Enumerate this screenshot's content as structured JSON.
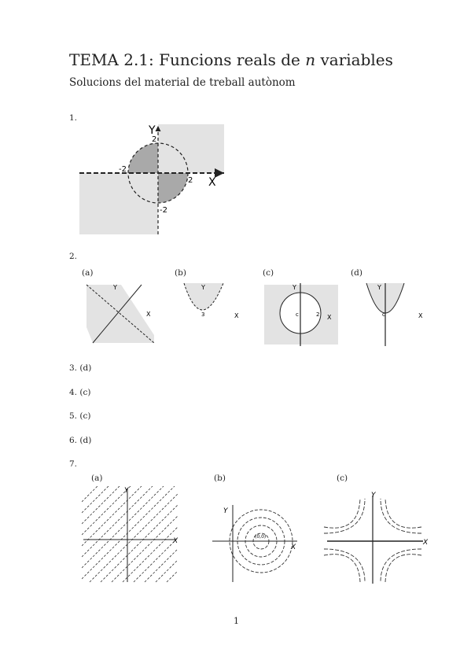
{
  "header": {
    "title_main": "TEMA 2.1: Funcions reals de ",
    "title_var": "n",
    "title_tail": " variables",
    "subtitle": "Solucions del material de treball autònom"
  },
  "problems": {
    "p1": {
      "label": "1."
    },
    "p2": {
      "label": "2.",
      "parts": [
        "(a)",
        "(b)",
        "(c)",
        "(d)"
      ]
    },
    "p3": {
      "label": "3.",
      "answer": "(d)"
    },
    "p4": {
      "label": "4.",
      "answer": "(c)"
    },
    "p5": {
      "label": "5.",
      "answer": "(c)"
    },
    "p6": {
      "label": "6.",
      "answer": "(d)"
    },
    "p7": {
      "label": "7.",
      "parts": [
        "(a)",
        "(b)",
        "(c)"
      ]
    }
  },
  "figures": {
    "fig1": {
      "x_axis": "X",
      "y_axis": "Y",
      "tick_pos": "2",
      "tick_neg": "-2"
    },
    "fig2": {
      "x_axis": "X",
      "y_axis": "Y",
      "c_label_c": "c",
      "c_label_2": "2",
      "d_label_c": "c",
      "b_label": "3"
    },
    "fig7": {
      "x_axis": "X",
      "y_axis": "Y",
      "b_center": "(0,0)"
    }
  },
  "footer": {
    "page_number": "1"
  },
  "colors": {
    "shade_light": "#e3e3e3",
    "shade_dark": "#a9a9a9",
    "ink": "#222222"
  }
}
